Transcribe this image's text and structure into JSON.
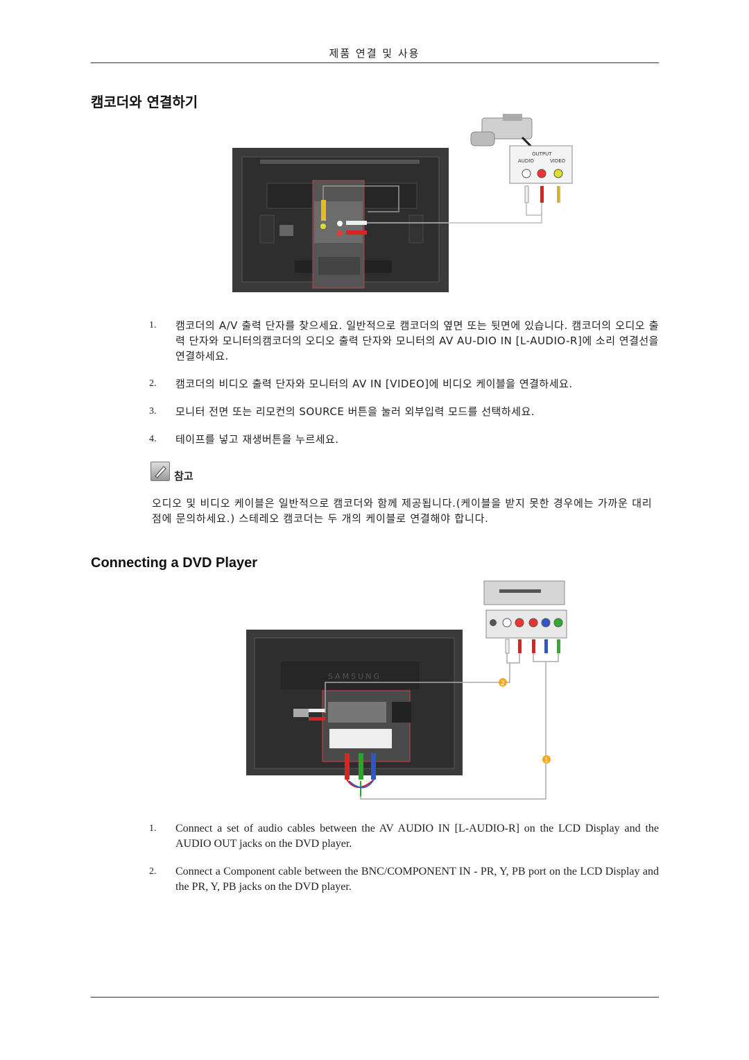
{
  "header": {
    "title": "제품 연결 및 사용"
  },
  "section1": {
    "title": "캠코더와 연결하기",
    "steps": [
      {
        "num": "1.",
        "text": "캠코더의 A/V 출력 단자를 찾으세요. 일반적으로 캠코더의 옆면 또는 뒷면에 있습니다. 캠코더의 오디오 출력 단자와 모니터의캠코더의 오디오 출력 단자와 모니터의 AV AU-DIO IN [L-AUDIO-R]에 소리 연결선을 연결하세요."
      },
      {
        "num": "2.",
        "text": "캠코더의 비디오 출력 단자와 모니터의 AV IN [VIDEO]에 비디오 케이블을 연결하세요."
      },
      {
        "num": "3.",
        "text": "모니터 전면 또는 리모컨의 SOURCE 버튼을 눌러 외부입력 모드를 선택하세요."
      },
      {
        "num": "4.",
        "text": "테이프를 넣고 재생버튼을 누르세요."
      }
    ],
    "diagram": {
      "output_label": "OUTPUT",
      "audio_label": "AUDIO",
      "video_label": "VIDEO"
    },
    "note": {
      "label": "참고",
      "icon": "note-pencil-icon",
      "text": "오디오 및 비디오 케이블은 일반적으로 캠코더와 함께 제공됩니다.(케이블을 받지 못한 경우에는 가까운 대리점에 문의하세요.) 스테레오 캠코더는 두 개의 케이블로 연결해야 합니다."
    }
  },
  "section2": {
    "title": "Connecting a DVD Player",
    "steps": [
      {
        "num": "1.",
        "text": "Connect a set of audio cables between the AV AUDIO IN [L-AUDIO-R] on the LCD Display and the AUDIO OUT jacks on the DVD player."
      },
      {
        "num": "2.",
        "text": "Connect a Component cable between the BNC/COMPONENT IN - PR, Y, PB port on the LCD Display and the PR, Y, PB jacks on the DVD player."
      }
    ],
    "diagram": {
      "brand": "SAMSUNG",
      "callout_1": "1",
      "callout_2": "2"
    }
  }
}
